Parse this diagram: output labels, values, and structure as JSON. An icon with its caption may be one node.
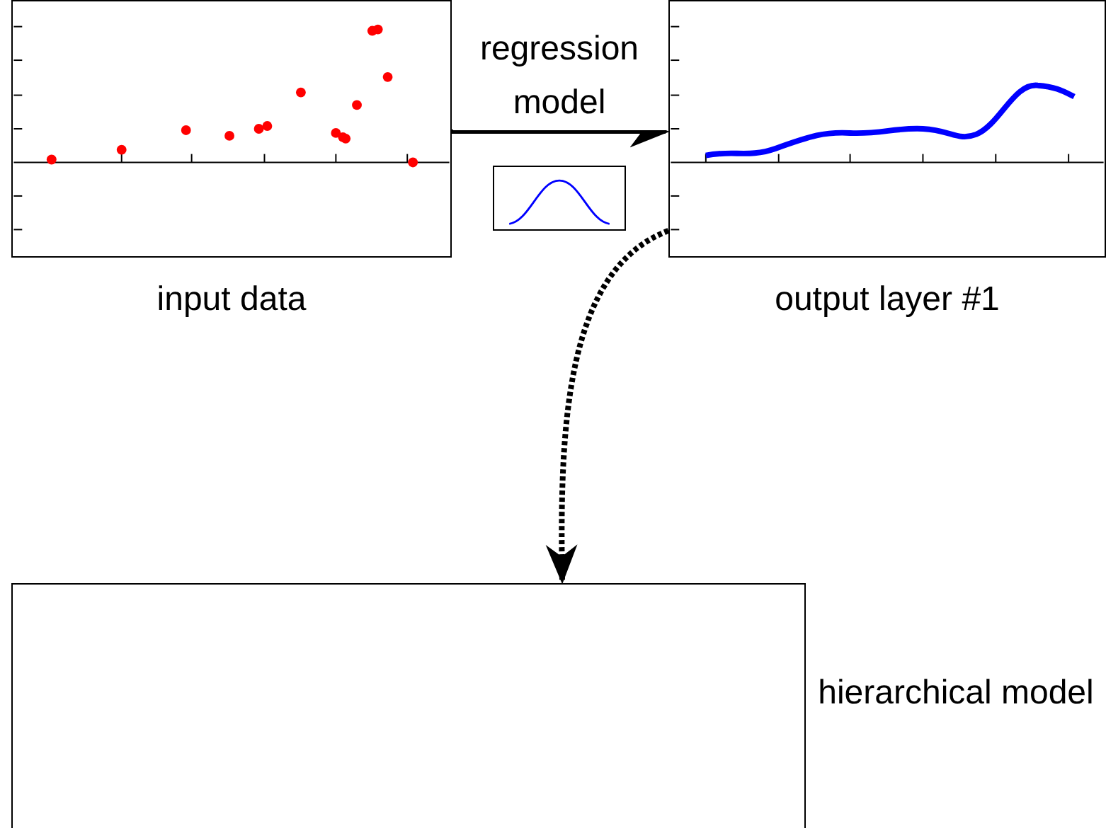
{
  "diagram": {
    "nodes": [
      {
        "text": [],
        "shape": "picture",
        "beside": [
          "input data"
        ]
      },
      {
        "text": [],
        "shape": "picture",
        "beside": [
          "output layer #1"
        ]
      },
      {
        "text": [],
        "shape": "picture"
      },
      {
        "text": [],
        "shape": "box",
        "beside": [
          "hierarchical model"
        ]
      }
    ],
    "edges": [
      {
        "from": 0,
        "to": 1,
        "arrow": "to",
        "label": "regression model"
      },
      {
        "from": 1,
        "to": 3,
        "arrow": "to",
        "style": "dashed"
      }
    ]
  }
}
